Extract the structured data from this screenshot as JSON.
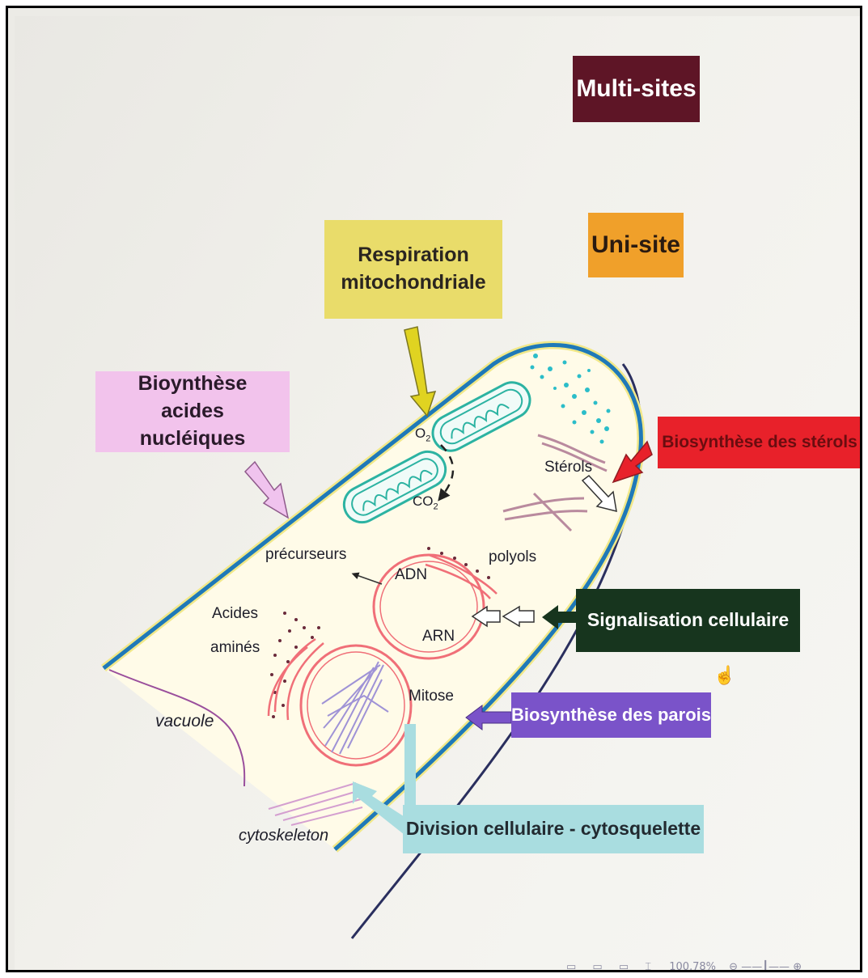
{
  "legend": {
    "multi_sites": "Multi-sites",
    "uni_site": "Uni-site"
  },
  "targets": {
    "respiration": "Respiration mitochondriale",
    "acides_nucleiques": "Bioynthèse acides nucléiques",
    "sterols": "Biosynthèse des stérols",
    "signalisation": "Signalisation cellulaire",
    "parois": "Biosynthèse des parois",
    "division": "Division cellulaire - cytosquelette"
  },
  "cell_labels": {
    "o2": "O",
    "o2_sub": "2",
    "co2": "CO",
    "co2_sub": "2",
    "sterols": "Stérols",
    "precurseurs": "précurseurs",
    "adn": "ADN",
    "polyols": "polyols",
    "acides": "Acides",
    "amines": "aminés",
    "arn": "ARN",
    "mitose": "Mitose",
    "vacuole": "vacuole",
    "cytoskeleton": "cytoskeleton"
  },
  "statusbar": {
    "zoom": "100,78%"
  },
  "colors": {
    "multi_sites": "#5e1526",
    "uni_site": "#f0a02a",
    "respiration": "#e9dc6a",
    "acides_nucleiques": "#f2c3ec",
    "sterols": "#e8212a",
    "signalisation": "#17351e",
    "parois": "#7a53c9",
    "division": "#a9dde0",
    "membrane": "#1f79b8",
    "mitochondria": "#2cb3a2",
    "nucleus": "#f06f78"
  }
}
